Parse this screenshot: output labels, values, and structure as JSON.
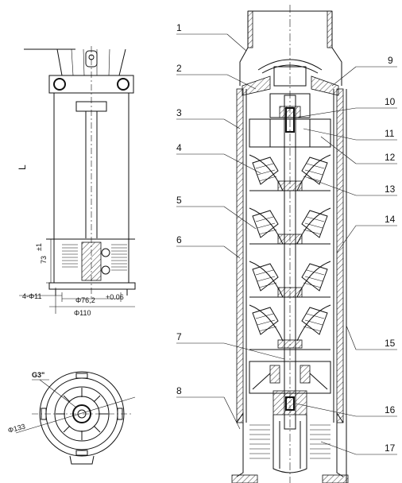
{
  "part_numbers": [
    "1",
    "2",
    "3",
    "4",
    "5",
    "6",
    "7",
    "8",
    "9",
    "10",
    "11",
    "12",
    "13",
    "14",
    "15",
    "16",
    "17"
  ],
  "dimensions": {
    "length": "L",
    "height": "73",
    "height_tol": "±1",
    "bolt_holes": "4-Φ11",
    "shaft_diameter": "Φ76,2",
    "shaft_tol": "+0.06",
    "flange_diameter": "Φ110",
    "thread": "G3\"",
    "outer_diameter": "Φ133"
  },
  "colors": {
    "line": "#111111",
    "background": "#ffffff"
  }
}
